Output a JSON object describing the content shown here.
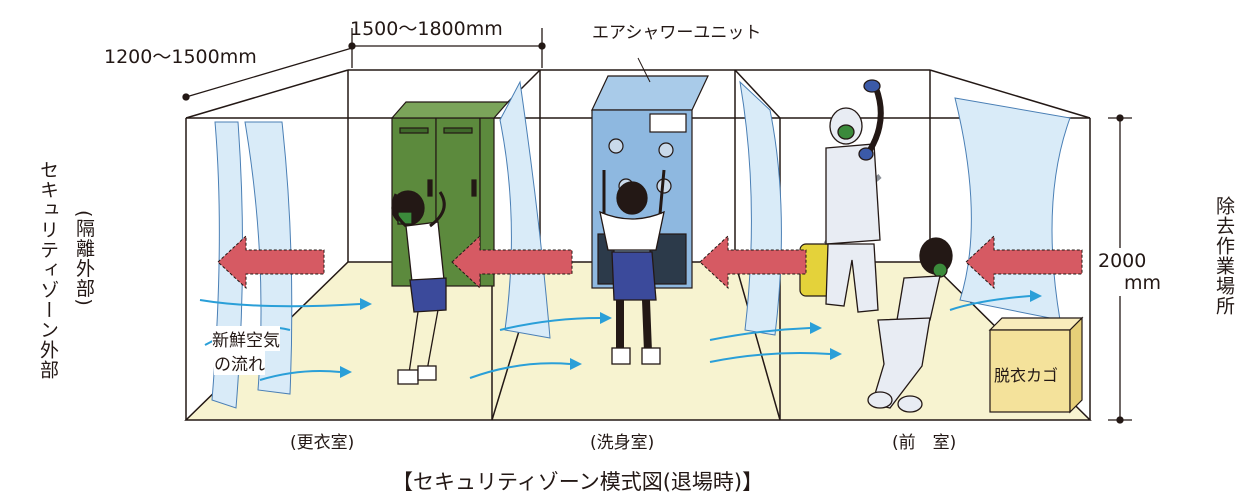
{
  "dimensions": {
    "width_range": "1500〜1800mm",
    "depth_range": "1200〜1500mm",
    "height_value": "2000",
    "height_unit": "mm"
  },
  "labels": {
    "air_shower_unit": "エアシャワーユニット",
    "fresh_air_line1": "新鮮空気",
    "fresh_air_line2": "の流れ",
    "basket": "脱衣カゴ"
  },
  "sides": {
    "left_main": "セキュリティゾーン外部",
    "left_sub": "(隔離外部)",
    "right": "除去作業場所"
  },
  "rooms": {
    "changing": "(更衣室)",
    "washing": "(洗身室)",
    "front": "(前　室)"
  },
  "title": "【セキュリティゾーン模式図(退場時)】",
  "colors": {
    "arrow_red": "#d65a63",
    "air_blue": "#2a9fd8",
    "floor": "#f7f3d0",
    "curtain": "#d9ebf8",
    "locker": "#5c8a3d",
    "shower_unit": "#8eb8e0",
    "basket": "#f4e29b",
    "suit": "#e8ecf3"
  }
}
